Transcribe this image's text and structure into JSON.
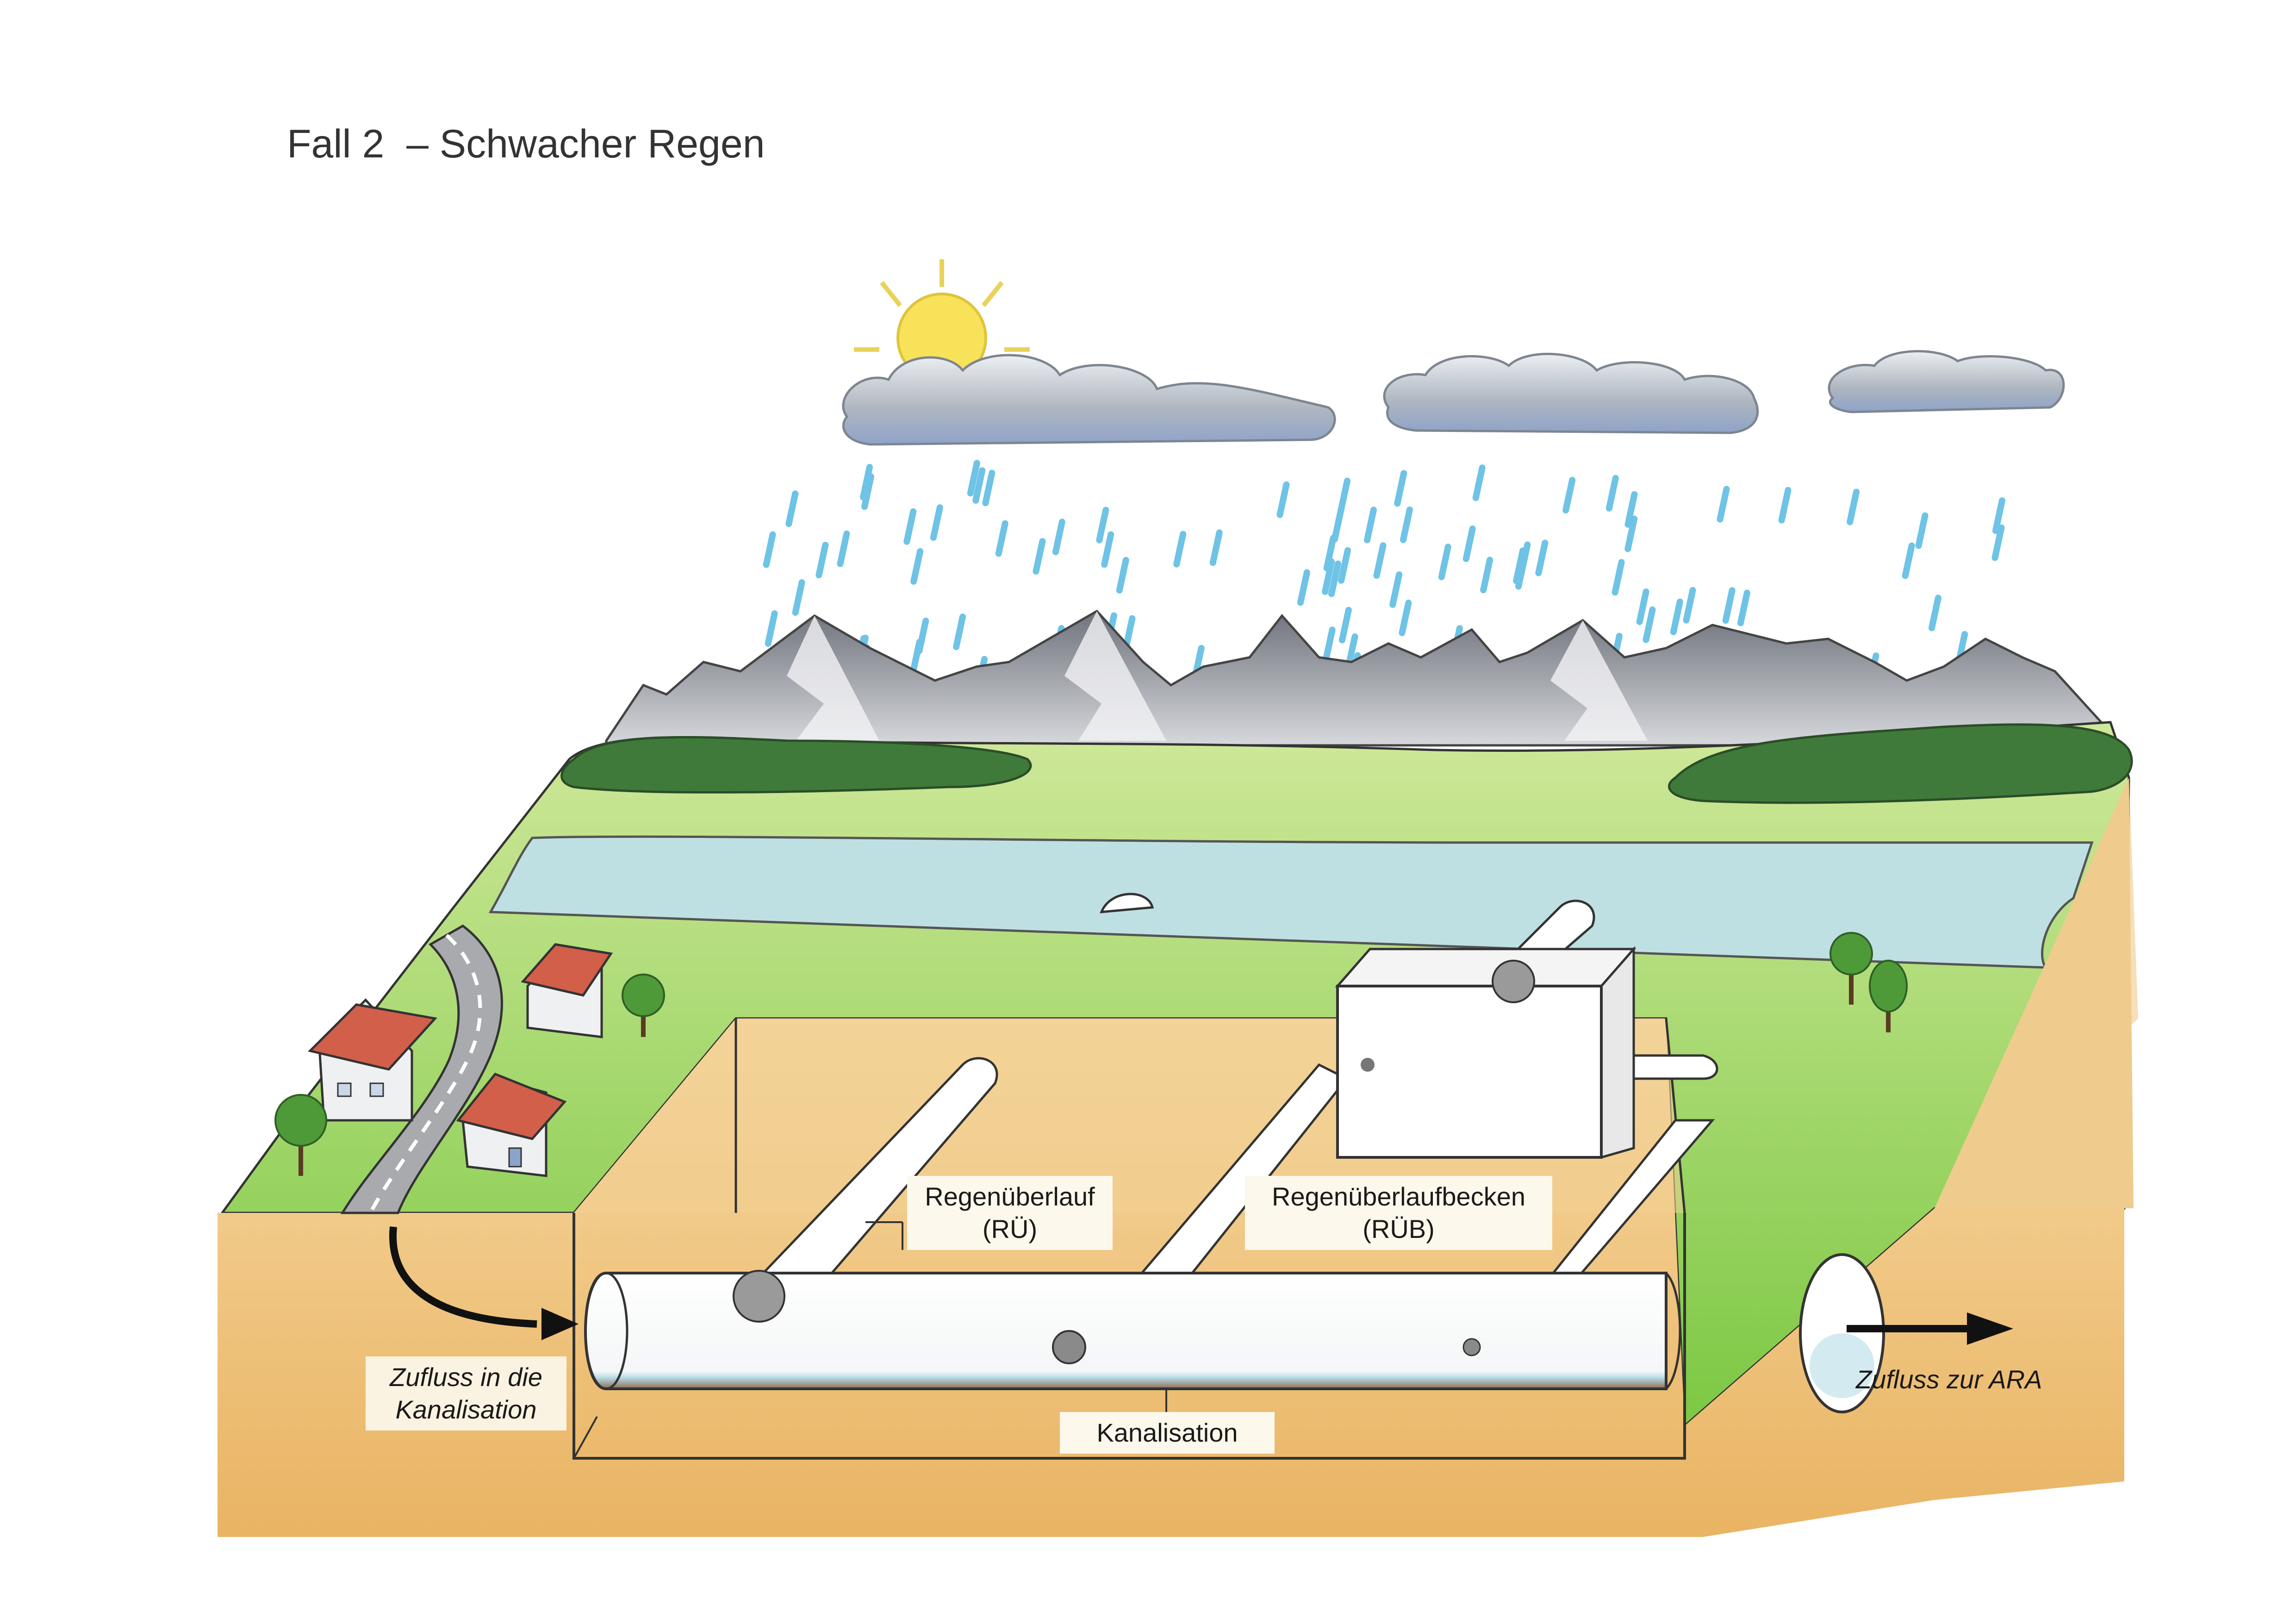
{
  "title": "Fall 2  – Schwacher Regen",
  "labels": {
    "rue_line1": "Regenüberlauf",
    "rue_line2": "(RÜ)",
    "rueb_line1": "Regenüberlaufbecken",
    "rueb_line2": "(RÜB)",
    "kanal": "Kanalisation",
    "inflow_line1": "Zufluss in die",
    "inflow_line2": "Kanalisation",
    "outflow": "Zufluss zur ARA"
  },
  "colors": {
    "sky_rain": "#6ec3e6",
    "sun": "#f7e25a",
    "cloud": "#b9c2cc",
    "mountain": "#8e929a",
    "grass": "#8fd14f",
    "forest": "#3f7a3a",
    "river": "#bfe0e2",
    "soil": "#f0c98a",
    "soil_dark": "#e5ae5a",
    "pipe": "#ffffff",
    "water": "#b5dce6",
    "outline": "#222222"
  },
  "icons": [
    "sun-icon",
    "cloud-icon",
    "raindrop-icon",
    "mountain-icon",
    "house-icon",
    "tree-icon",
    "road-icon",
    "pipe-icon",
    "tank-icon",
    "arrow-icon"
  ]
}
